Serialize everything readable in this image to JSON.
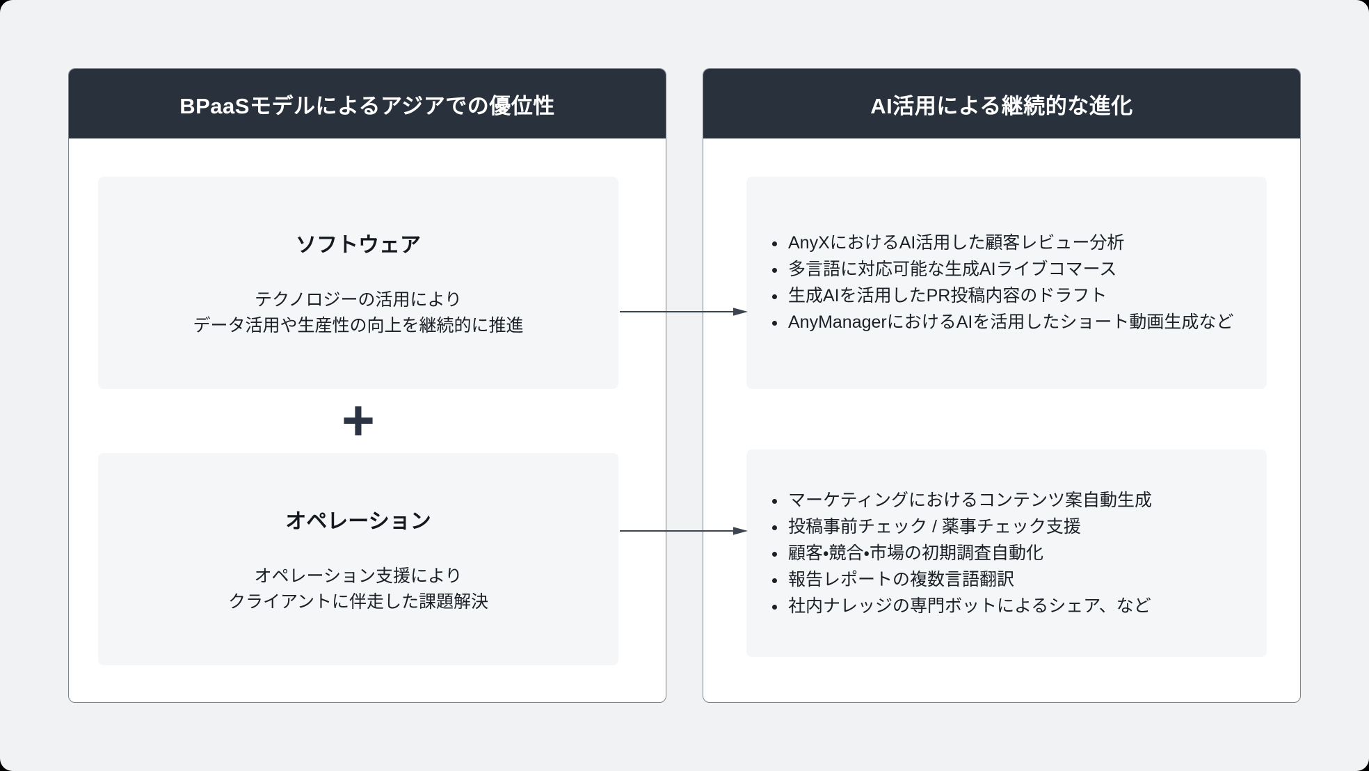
{
  "stage": {
    "background": "#f0f2f4"
  },
  "colors": {
    "header_bg": "#29313d",
    "plus_accent": "#2a3442",
    "arrow": "#3d4551",
    "panel_border": "#7d828a",
    "inner_box_bg": "#f5f6f8",
    "header_text": "#ffffff",
    "body_text": "#1b2027"
  },
  "left_panel": {
    "title": "BPaaSモデルによるアジアでの優位性",
    "software_box": {
      "title": "ソフトウェア",
      "body_lines": [
        "テクノロジーの活用により",
        "データ活用や生産性の向上を継続的に推進"
      ]
    },
    "plus_sign": "+",
    "operation_box": {
      "title": "オペレーション",
      "body_lines": [
        "オペレーション支援により",
        "クライアントに伴走した課題解決"
      ]
    }
  },
  "right_panel": {
    "title": "AI活用による継続的な進化",
    "software_ai_box": {
      "items": [
        "AnyXにおけるAI活用した顧客レビュー分析",
        "多言語に対応可能な生成AIライブコマース",
        "生成AIを活用したPR投稿内容のドラフト",
        "AnyManagerにおけるAIを活用したショート動画生成など"
      ]
    },
    "operation_ai_box": {
      "items": [
        "マーケティングにおけるコンテンツ案自動生成",
        "投稿事前チェック / 薬事チェック支援",
        "顧客・競合・市場の初期調査自動化",
        "報告レポートの複数言語翻訳",
        "社内ナレッジの専門ボットによるシェア、など"
      ]
    }
  }
}
